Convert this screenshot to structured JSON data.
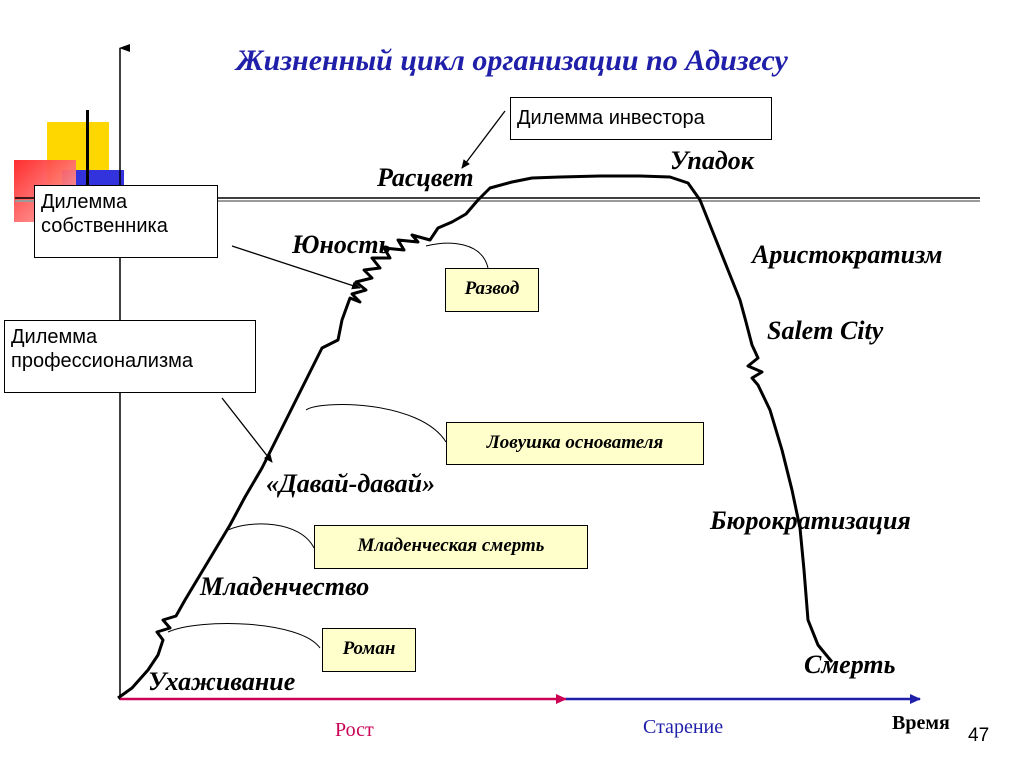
{
  "title": "Жизненный цикл организации по Адизесу",
  "stages": {
    "courtship": "Ухаживание",
    "infancy": "Младенчество",
    "gogo": "«Давай-давай»",
    "adolescence": "Юность",
    "prime": "Расцвет",
    "decline": "Упадок",
    "aristocracy": "Аристократизм",
    "salem": "Salem City",
    "bureaucracy": "Бюрократизация",
    "death": "Смерть"
  },
  "dilemmas": {
    "owner": "Дилемма собственника",
    "professionalism": "Дилемма профессионализма",
    "investor": "Дилемма инвестора"
  },
  "traps": {
    "affair": "Роман",
    "infant_mortality": "Младенческая смерть",
    "founder_trap": "Ловушка основателя",
    "divorce": "Развод"
  },
  "axis": {
    "growth": "Рост",
    "aging": "Старение",
    "time": "Время"
  },
  "page_number": "47",
  "colors": {
    "title": "#1f1faa",
    "growth": "#cc0055",
    "aging": "#1f1faa",
    "trap_bg": "#ffffcc",
    "deco_yellow": "#ffd700",
    "deco_red": "#ff3333",
    "deco_blue": "#3333dd"
  }
}
